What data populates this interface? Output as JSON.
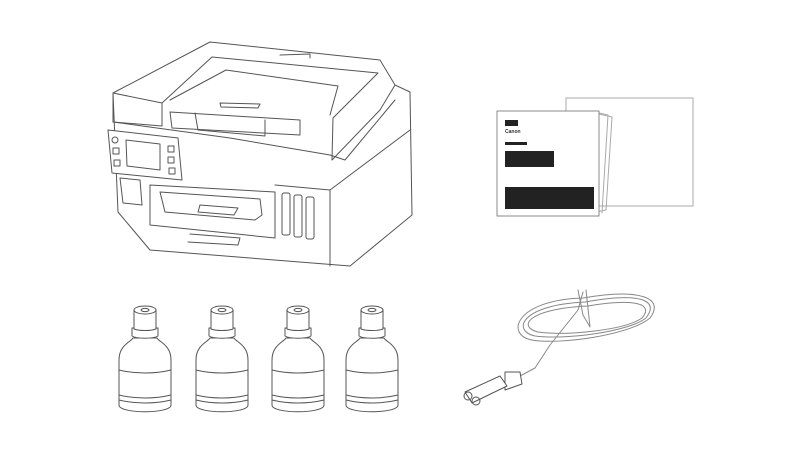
{
  "items": [
    {
      "name": "printer",
      "icon": "printer-icon"
    },
    {
      "name": "manuals",
      "icon": "manual-icon",
      "brand_text": "Canon"
    },
    {
      "name": "ink-bottles",
      "icon": "ink-bottle-icon",
      "count": 4
    },
    {
      "name": "power-cord",
      "icon": "power-cord-icon"
    }
  ],
  "colors": {
    "line": "#555555",
    "background": "#ffffff",
    "fill_dark": "#222222"
  }
}
